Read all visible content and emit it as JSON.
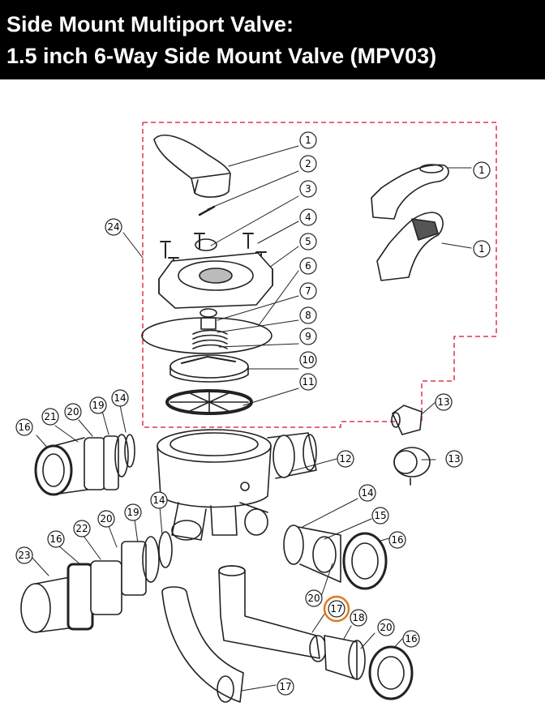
{
  "title": {
    "line1": "Side Mount Multiport Valve:",
    "line2": "1.5 inch 6-Way Side Mount Valve (MPV03)"
  },
  "colors": {
    "header_bg": "#000000",
    "header_text": "#ffffff",
    "assembly_border": "#e0344a",
    "highlight_ring": "#e07a1c",
    "line_art": "#222222"
  },
  "callouts": [
    {
      "id": "c1a",
      "label": "1"
    },
    {
      "id": "c2",
      "label": "2"
    },
    {
      "id": "c3",
      "label": "3"
    },
    {
      "id": "c4",
      "label": "4"
    },
    {
      "id": "c5",
      "label": "5"
    },
    {
      "id": "c6",
      "label": "6"
    },
    {
      "id": "c7",
      "label": "7"
    },
    {
      "id": "c8",
      "label": "8"
    },
    {
      "id": "c9",
      "label": "9"
    },
    {
      "id": "c10",
      "label": "10"
    },
    {
      "id": "c11",
      "label": "11"
    },
    {
      "id": "c1b",
      "label": "1"
    },
    {
      "id": "c1c",
      "label": "1"
    },
    {
      "id": "c24",
      "label": "24"
    },
    {
      "id": "c13a",
      "label": "13"
    },
    {
      "id": "c13b",
      "label": "13"
    },
    {
      "id": "c12",
      "label": "12"
    },
    {
      "id": "c16a",
      "label": "16"
    },
    {
      "id": "c21",
      "label": "21"
    },
    {
      "id": "c20a",
      "label": "20"
    },
    {
      "id": "c19a",
      "label": "19"
    },
    {
      "id": "c14a",
      "label": "14"
    },
    {
      "id": "c14b",
      "label": "14"
    },
    {
      "id": "c19b",
      "label": "19"
    },
    {
      "id": "c20b",
      "label": "20"
    },
    {
      "id": "c22",
      "label": "22"
    },
    {
      "id": "c16b",
      "label": "16"
    },
    {
      "id": "c23",
      "label": "23"
    },
    {
      "id": "c14c",
      "label": "14"
    },
    {
      "id": "c15",
      "label": "15"
    },
    {
      "id": "c16c",
      "label": "16"
    },
    {
      "id": "c20c",
      "label": "20"
    },
    {
      "id": "c17a",
      "label": "17"
    },
    {
      "id": "c18",
      "label": "18"
    },
    {
      "id": "c20d",
      "label": "20"
    },
    {
      "id": "c16d",
      "label": "16"
    },
    {
      "id": "c17b",
      "label": "17"
    }
  ]
}
